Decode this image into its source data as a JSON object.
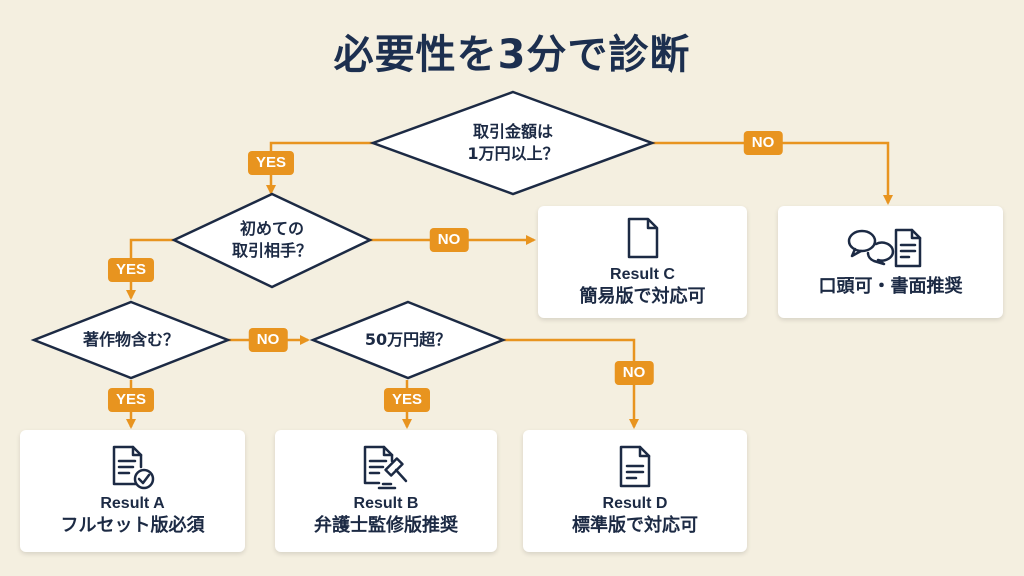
{
  "title": "必要性を3分で診断",
  "colors": {
    "background": "#f4efe0",
    "accent": "#e8941f",
    "stroke": "#1c2a44",
    "card": "#ffffff"
  },
  "decisions": {
    "q1": {
      "line1": "取引金額は",
      "line2": "1万円以上？"
    },
    "q2": {
      "line1": "初めての",
      "line2": "取引相手？"
    },
    "q3": {
      "line1": "著作物含む？"
    },
    "q4": {
      "line1": "50万円超？"
    }
  },
  "edges": {
    "q1_yes": "YES",
    "q1_no": "NO",
    "q2_yes": "YES",
    "q2_no": "NO",
    "q3_yes": "YES",
    "q3_no": "NO",
    "q4_yes": "YES",
    "q4_no": "NO"
  },
  "results": {
    "oral": {
      "icon": "chat-and-document-icon",
      "text": "口頭可・書面推奨"
    },
    "c": {
      "icon": "blank-document-icon",
      "label": "Result C",
      "text": "簡易版で対応可"
    },
    "a": {
      "icon": "document-check-icon",
      "label": "Result A",
      "text": "フルセット版必須"
    },
    "b": {
      "icon": "document-gavel-icon",
      "label": "Result B",
      "text": "弁護士監修版推奨"
    },
    "d": {
      "icon": "document-lines-icon",
      "label": "Result D",
      "text": "標準版で対応可"
    }
  }
}
